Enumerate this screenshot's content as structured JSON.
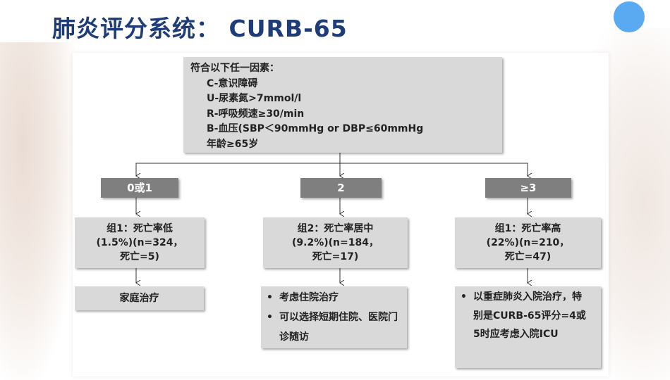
{
  "title": "肺炎评分系统： CURB-65",
  "criteria": {
    "heading": "符合以下任一因素：",
    "items": [
      "C-意识障碍",
      "U-尿素氮>7mmol/l",
      "R-呼吸频速≥30/min",
      "B-血压(SBP＜90mmHg or DBP≤60mmHg",
      "年龄≥65岁"
    ]
  },
  "branches": [
    {
      "score": "0或1",
      "group_lines": [
        "组1：死亡率低",
        "(1.5%)(n=324，",
        "死亡=5)"
      ],
      "treatment": [
        "家庭治疗"
      ],
      "treatment_bullets": false
    },
    {
      "score": "2",
      "group_lines": [
        "组2：死亡率居中",
        "(9.2%)(n=184，",
        "死亡=17)"
      ],
      "treatment": [
        "考虑住院治疗",
        "可以选择短期住院、医院门诊随访"
      ],
      "treatment_bullets": true
    },
    {
      "score": "≥3",
      "group_lines": [
        "组1：死亡率高",
        "(22%)(n=210，",
        "死亡=47)"
      ],
      "treatment": [
        "以重症肺炎入院治疗，特别是CURB-65评分=4或5时应考虑入院ICU"
      ],
      "treatment_bullets": true
    }
  ],
  "colors": {
    "title": "#1e3c78",
    "box_fill": "#d9d9d9",
    "score_fill": "#7f7f7f",
    "accent_circle": "#5aaaf2"
  }
}
